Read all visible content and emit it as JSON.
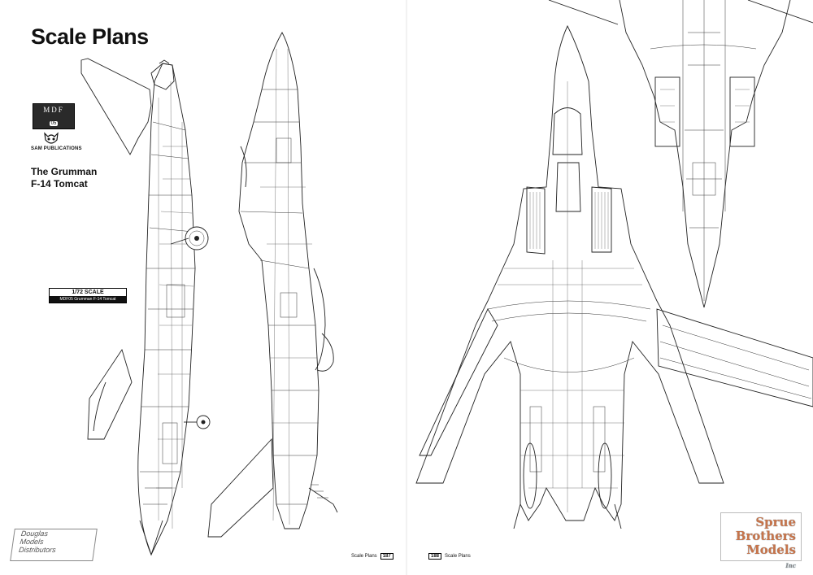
{
  "header": {
    "title": "Scale Plans"
  },
  "branding": {
    "mdf_logo_text": "MDF",
    "mdf_logo_number": "05",
    "mdf_logo_subtitle": "F-14 TOMCAT",
    "publisher": "SAM PUBLICATIONS"
  },
  "aircraft": {
    "line1": "The Grumman",
    "line2": "F-14 Tomcat"
  },
  "scale": {
    "label": "1/72 SCALE",
    "caption": "MDF05 Grumman F-14 Tomcat"
  },
  "footer": {
    "left_section": "Scale Plans",
    "left_page": "187",
    "right_page": "188",
    "right_section": "Scale Plans"
  },
  "distributor_logo": {
    "line1": "Douglas",
    "line2": "Models",
    "line3": "Distributors"
  },
  "watermark": {
    "line1": "Sprue",
    "line2": "Brothers",
    "line3": "Models",
    "suffix": "Inc"
  },
  "colors": {
    "ink": "#111111",
    "paper": "#ffffff",
    "watermark_orange": "#c7744a"
  }
}
